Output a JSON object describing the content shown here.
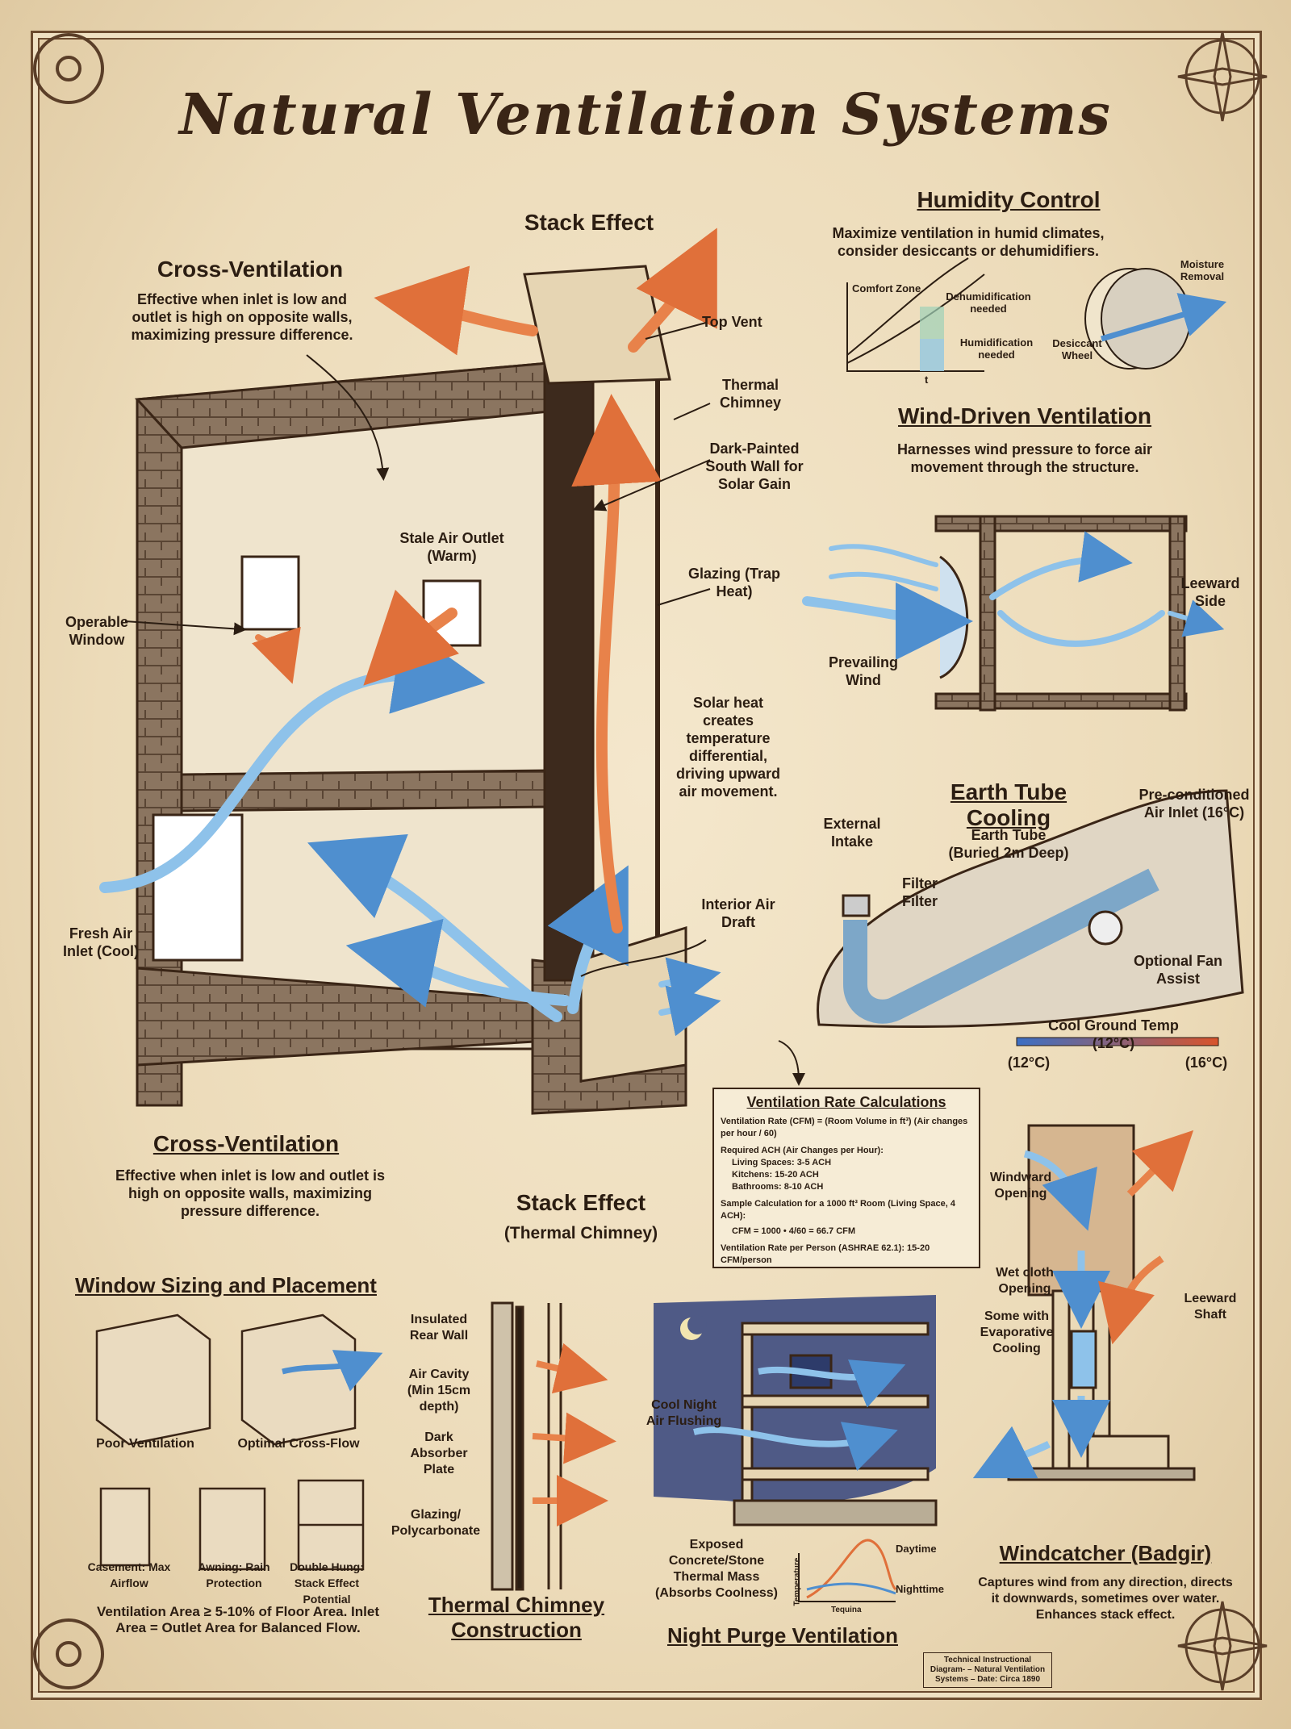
{
  "title": "Natural Ventilation Systems",
  "stack_effect": {
    "heading": "Stack Effect",
    "top_vent": "Top Vent",
    "thermal_chimney": "Thermal Chimney",
    "dark_wall": "Dark-Painted South Wall for Solar Gain",
    "glazing": "Glazing (Trap Heat)",
    "solar_note": "Solar heat creates temperature differential, driving upward air movement.",
    "interior_draft": "Interior Air Draft",
    "bottom_heading": "Stack Effect",
    "bottom_sub": "(Thermal Chimney)"
  },
  "cross_top": {
    "heading": "Cross-Ventilation",
    "text": "Effective when inlet is low and outlet is high on opposite walls, maximizing pressure difference."
  },
  "house": {
    "stale_air": "Stale Air Outlet (Warm)",
    "operable_window": "Operable Window",
    "fresh_air": "Fresh Air Inlet (Cool)"
  },
  "cross_bottom": {
    "heading": "Cross-Ventilation",
    "text": "Effective when inlet is low and outlet is high on opposite walls, maximizing pressure difference."
  },
  "humidity": {
    "heading": "Humidity Control",
    "text": "Maximize ventilation in humid climates, consider desiccants or dehumidifiers.",
    "comfort_zone": "Comfort Zone",
    "dehum": "Dehumidification needed",
    "hum": "Humidification needed",
    "axis_t": "t",
    "moisture": "Moisture Removal",
    "wheel": "Desiccant Wheel"
  },
  "wind": {
    "heading": "Wind-Driven Ventilation",
    "text": "Harnesses wind pressure to force air movement through the structure.",
    "prevailing": "Prevailing Wind",
    "leeward": "Leeward Side"
  },
  "earth": {
    "heading": "Earth Tube Cooling",
    "preconditioned": "Pre-conditioned Air Inlet (16°C)",
    "external": "External Intake",
    "tube": "Earth Tube (Buried 2m Deep)",
    "filter": "Filter Filter",
    "fan": "Optional Fan Assist",
    "ground": "Cool Ground Temp (12°C)",
    "low": "(12°C)",
    "high": "(16°C)"
  },
  "calc": {
    "heading": "Ventilation Rate Calculations",
    "line1": "Ventilation Rate (CFM) = (Room Volume in ft³) (Air changes per hour / 60)",
    "line2": "Required ACH (Air Changes per Hour):",
    "living": "Living Spaces: 3-5 ACH",
    "kitchens": "Kitchens: 15-20 ACH",
    "bathrooms": "Bathrooms: 8-10 ACH",
    "sample": "Sample Calculation for a 1000 ft³ Room (Living Space, 4 ACH):",
    "cfm": "CFM = 1000 • 4/60 = 66.7 CFM",
    "per_person": "Ventilation Rate per Person (ASHRAE 62.1): 15-20 CFM/person"
  },
  "windows": {
    "heading": "Window Sizing and Placement",
    "poor": "Poor Ventilation",
    "optimal": "Optimal Cross-Flow",
    "casement": "Casement: Max Airflow",
    "awning": "Awning: Rain Protection",
    "double": "Double Hung: Stack Effect Potential",
    "note": "Ventilation Area ≥ 5-10% of Floor Area. Inlet Area = Outlet Area for Balanced Flow."
  },
  "chimney": {
    "insulated": "Insulated Rear Wall",
    "cavity": "Air Cavity (Min 15cm depth)",
    "absorber": "Dark Absorber Plate",
    "glazing": "Glazing/ Polycarbonate",
    "heading": "Thermal Chimney Construction"
  },
  "night": {
    "flushing": "Cool Night Air Flushing",
    "mass": "Exposed Concrete/Stone Thermal Mass (Absorbs Coolness)",
    "daytime": "Daytime",
    "nighttime": "Nighttime",
    "ylabel": "Temperature",
    "xlabel": "Tequina",
    "heading": "Night Purge Ventilation"
  },
  "windcatcher": {
    "windward": "Windward Opening",
    "wet": "Wet cloth Opening",
    "some": "Some with Evaporative Cooling",
    "leeward": "Leeward Shaft",
    "heading": "Windcatcher (Badgir)",
    "text": "Captures wind from any direction, directs it downwards, sometimes over water. Enhances stack effect."
  },
  "stamp": "Technical Instructional Diagram- – Natural Ventilation Systems – Date: Circa 1890"
}
